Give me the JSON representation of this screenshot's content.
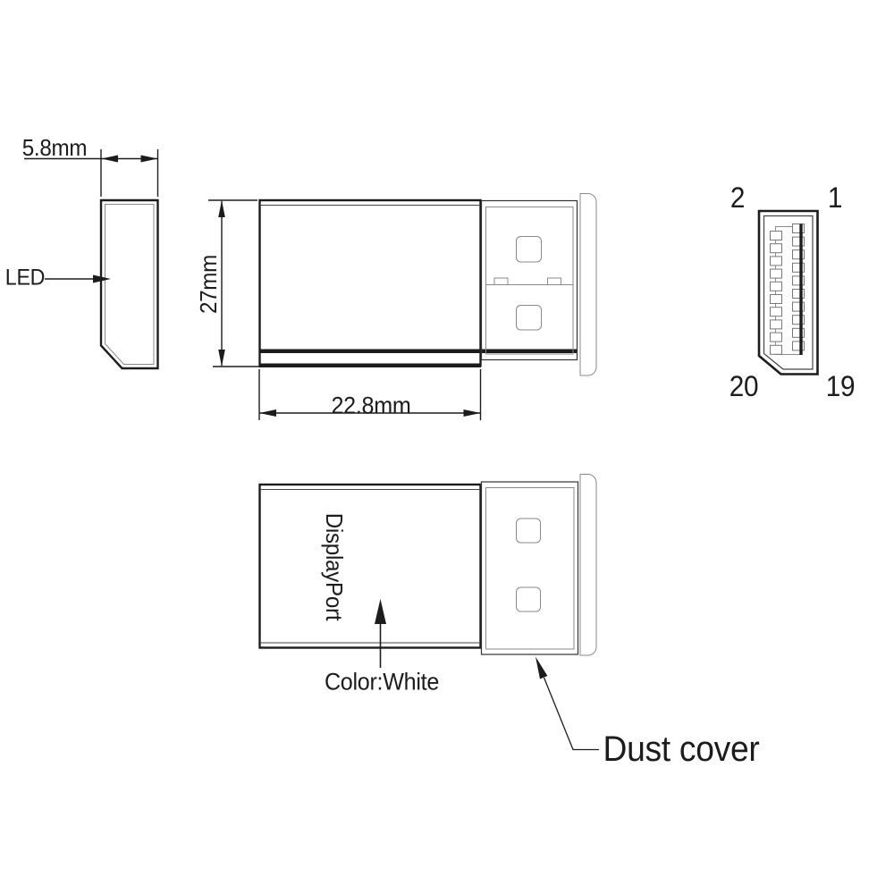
{
  "drawing": {
    "title": "DisplayPort adapter technical drawing",
    "dimensions": {
      "side_width": "5.8mm",
      "body_height": "27mm",
      "body_length": "22.8mm"
    },
    "callouts": {
      "led": "LED",
      "color": "Color:White",
      "dust_cover": "Dust cover",
      "product_print": "DisplayPort"
    },
    "connector_face": {
      "pin_label_top_left": "2",
      "pin_label_top_right": "1",
      "pin_label_bottom_left": "20",
      "pin_label_bottom_right": "19",
      "pin_columns": 2,
      "pins_per_column": 10
    },
    "colors": {
      "line": "#1c1c1c",
      "thin_line": "#8a8a8a",
      "background": "#ffffff"
    }
  }
}
